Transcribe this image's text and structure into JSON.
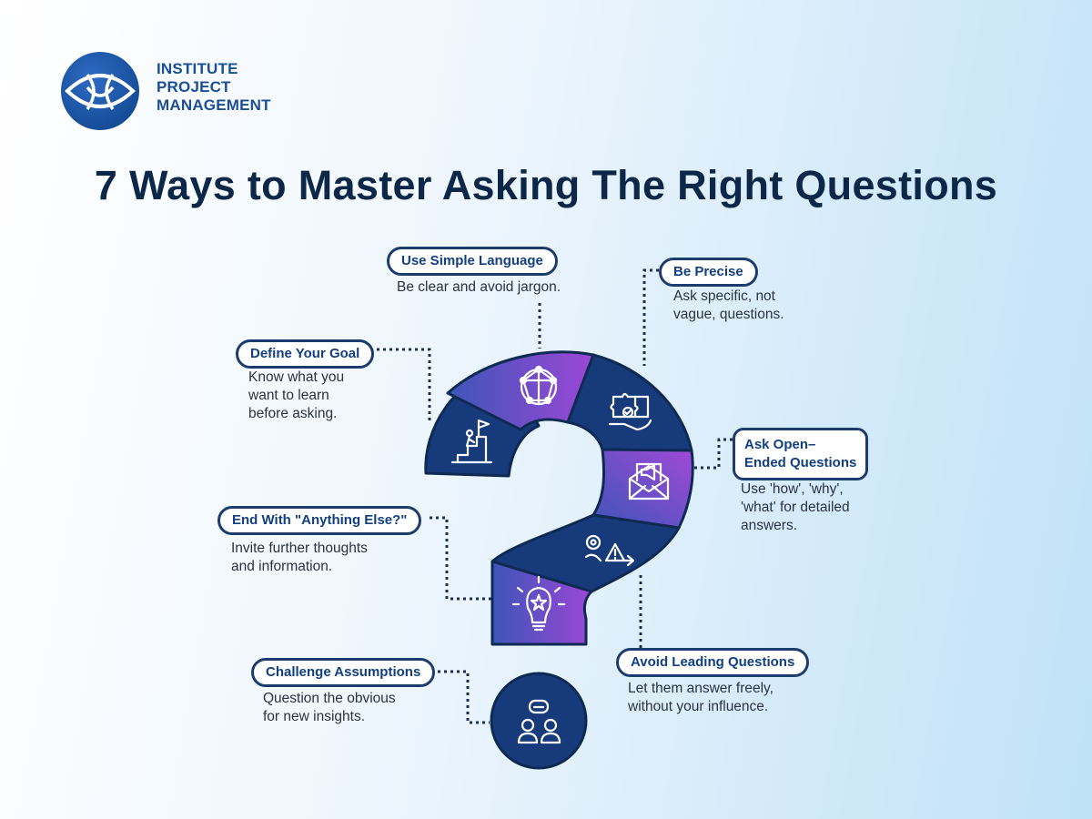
{
  "brand": {
    "line1": "INSTITUTE",
    "line2": "PROJECT",
    "line3": "MANAGEMENT",
    "logo_icon": "eye-logo-icon",
    "color": "#1a4f96"
  },
  "title": "7 Ways to Master Asking The Right Questions",
  "colors": {
    "navy": "#173a7a",
    "purple_start": "#3d55b8",
    "purple_end": "#9c47d6",
    "pill_border": "#1d3c6e",
    "title": "#0c2748"
  },
  "tips": [
    {
      "heading": "Use Simple Language",
      "desc1": "Be clear and avoid jargon.",
      "desc2": "",
      "desc3": "",
      "icon": "network-globe-icon"
    },
    {
      "heading": "Be Precise",
      "desc1": "Ask specific, not",
      "desc2": "vague, questions.",
      "desc3": "",
      "icon": "puzzle-hand-icon"
    },
    {
      "heading": "Define Your Goal",
      "desc1": "Know what you",
      "desc2": "want to learn",
      "desc3": "before asking.",
      "icon": "goal-flag-stairs-icon"
    },
    {
      "heading1": "Ask Open–",
      "heading2": "Ended Questions",
      "desc1": "Use 'how', 'why',",
      "desc2": "'what' for detailed",
      "desc3": "answers.",
      "icon": "megaphone-envelope-icon"
    },
    {
      "heading": "End With \"Anything Else?\"",
      "desc1": "Invite further thoughts",
      "desc2": "and information.",
      "desc3": "",
      "icon": "lightbulb-star-icon"
    },
    {
      "heading": "Avoid Leading Questions",
      "desc1": "Let them answer freely,",
      "desc2": "without your influence.",
      "desc3": "",
      "icon": "gear-warning-path-icon"
    },
    {
      "heading": "Challenge Assumptions",
      "desc1": "Question the obvious",
      "desc2": "for new insights.",
      "desc3": "",
      "icon": "two-people-chat-icon"
    }
  ]
}
